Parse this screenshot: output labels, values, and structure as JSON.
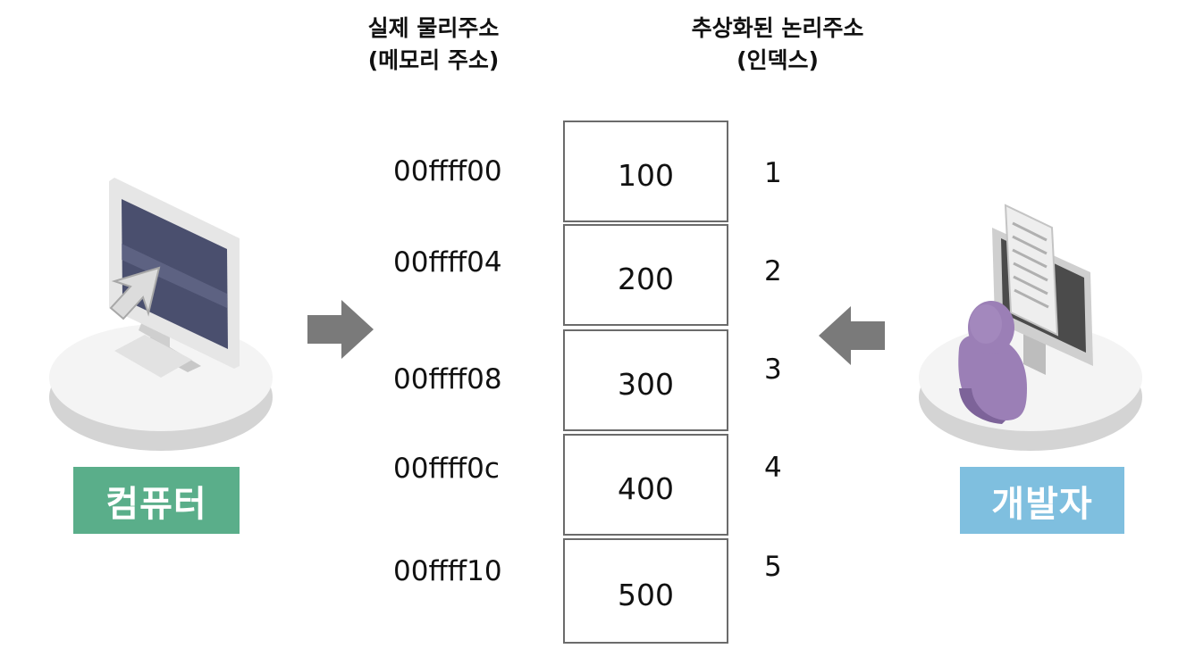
{
  "headings": {
    "physical": {
      "line1": "실제 물리주소",
      "line2": "(메모리 주소)"
    },
    "logical": {
      "line1": "추상화된 논리주소",
      "line2": "(인덱스)"
    }
  },
  "rows": [
    {
      "address": "00ffff00",
      "value": "100",
      "index": "1"
    },
    {
      "address": "00ffff04",
      "value": "200",
      "index": "2"
    },
    {
      "address": "00ffff08",
      "value": "300",
      "index": "3"
    },
    {
      "address": "00ffff0c",
      "value": "400",
      "index": "4"
    },
    {
      "address": "00ffff10",
      "value": "500",
      "index": "5"
    }
  ],
  "labels": {
    "computer": "컴퓨터",
    "developer": "개발자"
  },
  "icons": {
    "computer": "computer-monitor-cursor-icon",
    "developer": "developer-person-document-icon",
    "arrow_right": "arrow-right-icon",
    "arrow_left": "arrow-left-icon"
  },
  "colors": {
    "computer_label": "#5aae8a",
    "developer_label": "#7fbfdf",
    "arrow": "#7a7a7a",
    "person": "#9b7fb6",
    "screen": "#4a4f6e"
  }
}
